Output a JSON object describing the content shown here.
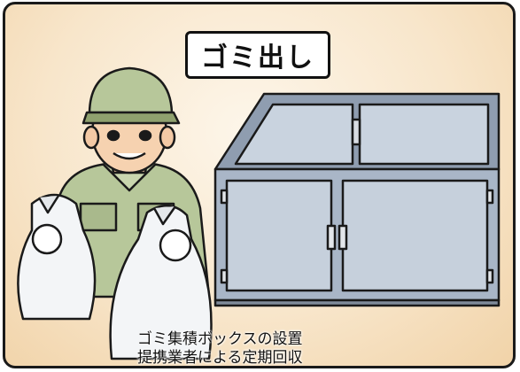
{
  "panel": {
    "title": "ゴミ出し",
    "caption_lines": [
      "ゴミ集積ボックスの設置",
      "提携業者による定期回収"
    ]
  },
  "colors": {
    "background": "#f8e6cb",
    "uniform": "#b7c79a",
    "bin_metal": "#a9b6c7",
    "bag": "#f3f5f7",
    "outline": "#1a1a1a"
  }
}
